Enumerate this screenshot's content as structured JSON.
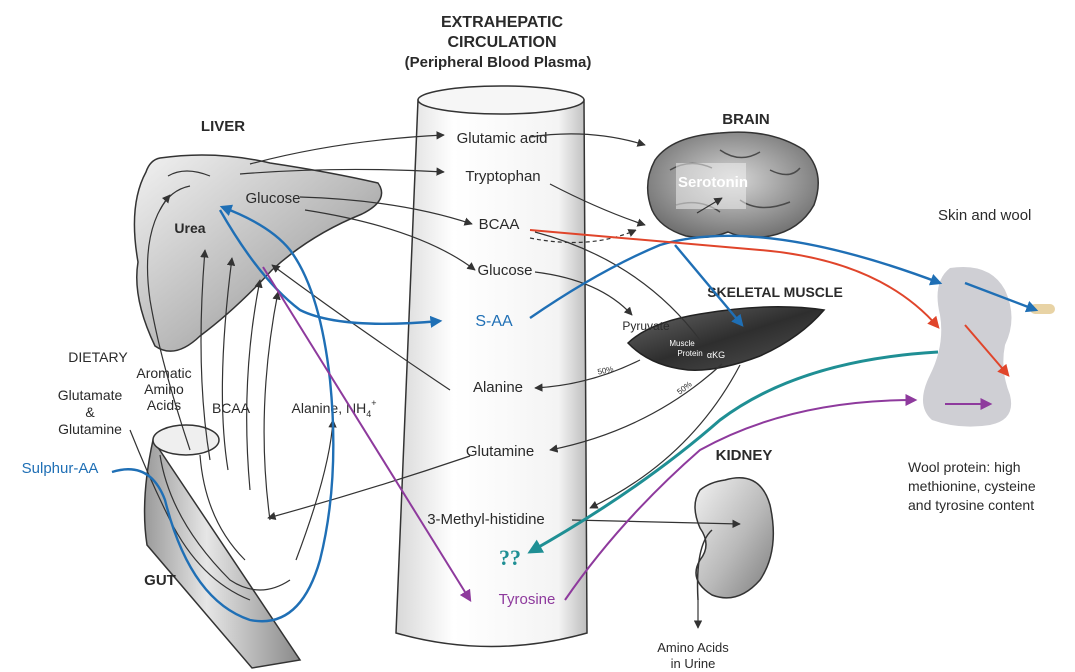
{
  "header": {
    "line1": "EXTRAHEPATIC",
    "line2": "CIRCULATION",
    "line3": "(Peripheral Blood Plasma)"
  },
  "organs": {
    "liver": "LIVER",
    "brain": "BRAIN",
    "skeletal_muscle": "SKELETAL MUSCLE",
    "kidney": "KIDNEY",
    "gut": "GUT",
    "skin_wool": "Skin and wool"
  },
  "liver_labels": {
    "glucose": "Glucose",
    "urea": "Urea"
  },
  "brain_labels": {
    "serotonin": "Serotonin"
  },
  "muscle_labels": {
    "pyruvate": "Pyruvate",
    "muscle_protein_1": "Muscle",
    "muscle_protein_2": "Protein",
    "akg": "αKG",
    "pct_a": "50%",
    "pct_b": "50%"
  },
  "plasma_items": {
    "glutamic_acid": "Glutamic acid",
    "tryptophan": "Tryptophan",
    "bcaa": "BCAA",
    "glucose": "Glucose",
    "saa": "S-AA",
    "alanine": "Alanine",
    "glutamine": "Glutamine",
    "methylhistidine": "3-Methyl-histidine",
    "unknown": "??",
    "tyrosine": "Tyrosine"
  },
  "dietary": {
    "title": "DIETARY",
    "glutamate_1": "Glutamate",
    "glutamate_2": "&",
    "glutamate_3": "Glutamine",
    "aromatic_1": "Aromatic",
    "aromatic_2": "Amino",
    "aromatic_3": "Acids",
    "bcaa": "BCAA",
    "alanine": "Alanine, NH",
    "alanine_sub": "4",
    "alanine_sup": "+",
    "sulphur": "Sulphur-AA"
  },
  "wool_note": {
    "line1": "Wool protein: high",
    "line2": "methionine, cysteine",
    "line3": "and tyrosine content"
  },
  "urine": {
    "line1": "Amino Acids",
    "line2": "in Urine"
  },
  "colors": {
    "blue": "#1f6fb5",
    "red": "#e0452b",
    "purple": "#8e3a9d",
    "teal": "#1f8f94",
    "dark": "#333333"
  }
}
